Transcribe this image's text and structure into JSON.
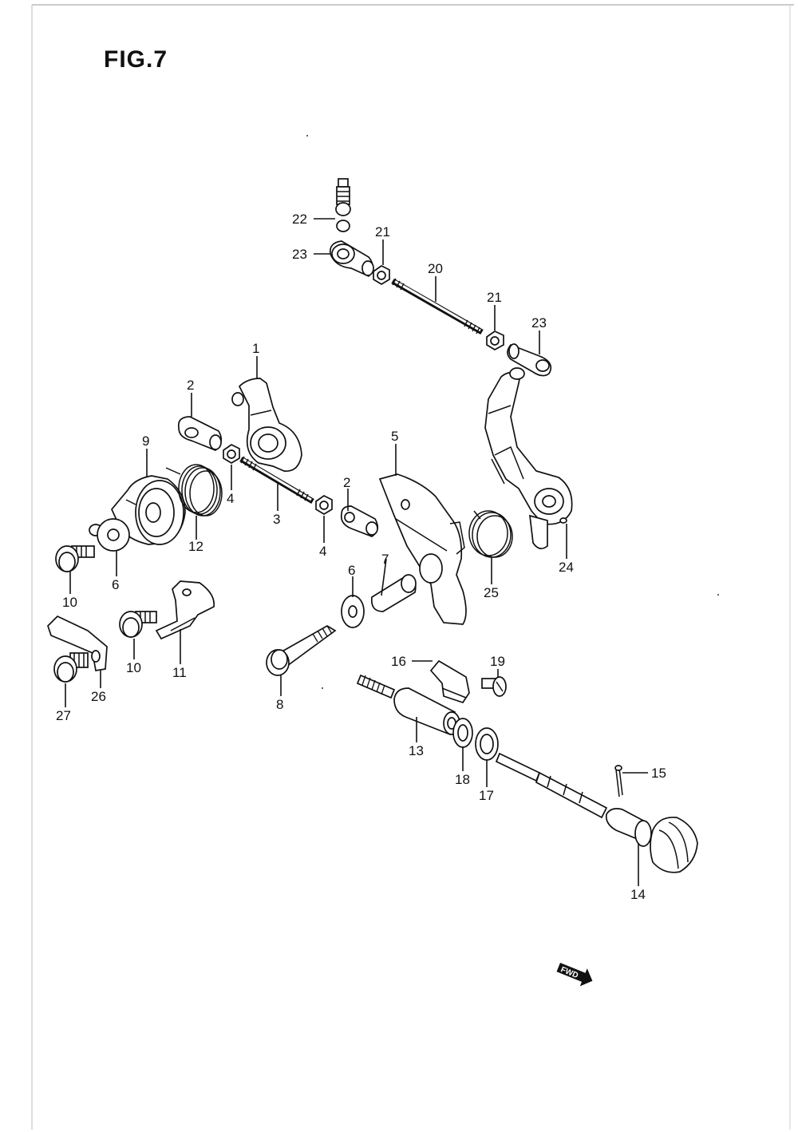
{
  "figure": {
    "title": "FIG.7"
  },
  "callouts": [
    {
      "id": "c22",
      "text": "22"
    },
    {
      "id": "c23a",
      "text": "23"
    },
    {
      "id": "c21a",
      "text": "21"
    },
    {
      "id": "c20",
      "text": "20"
    },
    {
      "id": "c21b",
      "text": "21"
    },
    {
      "id": "c23b",
      "text": "23"
    },
    {
      "id": "c1",
      "text": "1"
    },
    {
      "id": "c2a",
      "text": "2"
    },
    {
      "id": "c9",
      "text": "9"
    },
    {
      "id": "c4a",
      "text": "4"
    },
    {
      "id": "c3",
      "text": "3"
    },
    {
      "id": "c2b",
      "text": "2"
    },
    {
      "id": "c4b",
      "text": "4"
    },
    {
      "id": "c5",
      "text": "5"
    },
    {
      "id": "c12",
      "text": "12"
    },
    {
      "id": "c6a",
      "text": "6"
    },
    {
      "id": "c10a",
      "text": "10"
    },
    {
      "id": "c7",
      "text": "7"
    },
    {
      "id": "c6b",
      "text": "6"
    },
    {
      "id": "c25",
      "text": "25"
    },
    {
      "id": "c24",
      "text": "24"
    },
    {
      "id": "c10b",
      "text": "10"
    },
    {
      "id": "c11",
      "text": "11"
    },
    {
      "id": "c26",
      "text": "26"
    },
    {
      "id": "c27",
      "text": "27"
    },
    {
      "id": "c8",
      "text": "8"
    },
    {
      "id": "c16",
      "text": "16"
    },
    {
      "id": "c19",
      "text": "19"
    },
    {
      "id": "c13",
      "text": "13"
    },
    {
      "id": "c18",
      "text": "18"
    },
    {
      "id": "c17",
      "text": "17"
    },
    {
      "id": "c15",
      "text": "15"
    },
    {
      "id": "c14",
      "text": "14"
    }
  ],
  "direction_marker": {
    "text": "FWD",
    "icon": "fwd-arrow-icon"
  }
}
